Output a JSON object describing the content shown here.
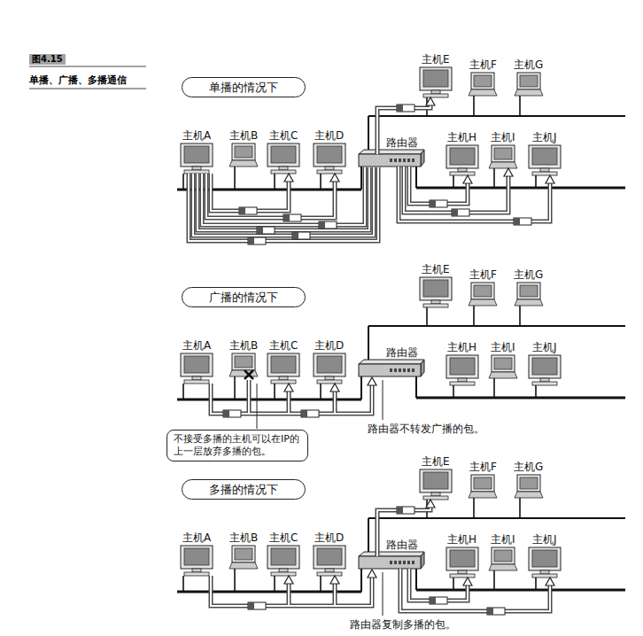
{
  "diagram": {
    "title": "单播、广播、多播通信",
    "nodes": [
      {
        "text": [
          "单播的情况下"
        ]
      },
      {
        "text": [
          "广播的情况下"
        ]
      },
      {
        "text": [
          "不接受多播的主机可以在IP的上一层放弃多播的包。"
        ]
      },
      {
        "text": [
          "多播的情况下"
        ]
      }
    ],
    "labels": [
      "图4.15",
      "主机E",
      "主机F",
      "主机G",
      "主机A",
      "主机B",
      "主机C",
      "主机D",
      "路由器",
      "主机H",
      "主机I",
      "主机J",
      "主机E",
      "主机F",
      "主机G",
      "主机A",
      "主机B",
      "主机C",
      "主机D",
      "路由器",
      "主机H",
      "主机I",
      "主机J",
      "路由器不转发广播的包。",
      "主机E",
      "主机F",
      "主机G",
      "主机A",
      "主机B",
      "主机C",
      "主机D",
      "路由器",
      "主机H",
      "主机I",
      "主机J",
      "路由器复制多播的包。"
    ]
  }
}
